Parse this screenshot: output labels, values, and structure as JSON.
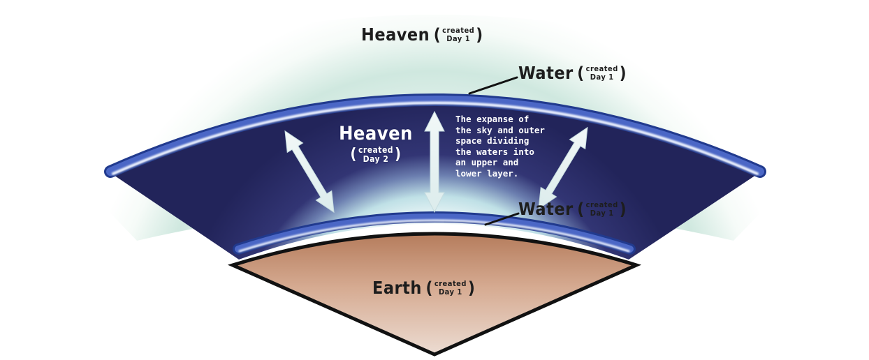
{
  "colors": {
    "outer_heaven": "#cfe8df",
    "middle_heaven": "#27285f",
    "water_band": "#3d56b8",
    "earth_top": "#c99474",
    "earth_bottom": "#e8d2c6",
    "arrow": "#e6f1f2"
  },
  "labels": {
    "outer_heaven": {
      "main": "Heaven",
      "created": "created",
      "day": "Day 1"
    },
    "upper_water": {
      "main": "Water",
      "created": "created",
      "day": "Day 1"
    },
    "middle_heaven": {
      "main": "Heaven",
      "created": "created",
      "day": "Day 2"
    },
    "lower_water": {
      "main": "Water",
      "created": "created",
      "day": "Day 1"
    },
    "earth": {
      "main": "Earth",
      "created": "created",
      "day": "Day 1"
    }
  },
  "description": {
    "lines": [
      "The expanse of",
      "the sky and outer",
      "space dividing",
      "the waters into",
      "an upper and",
      "lower layer."
    ]
  }
}
